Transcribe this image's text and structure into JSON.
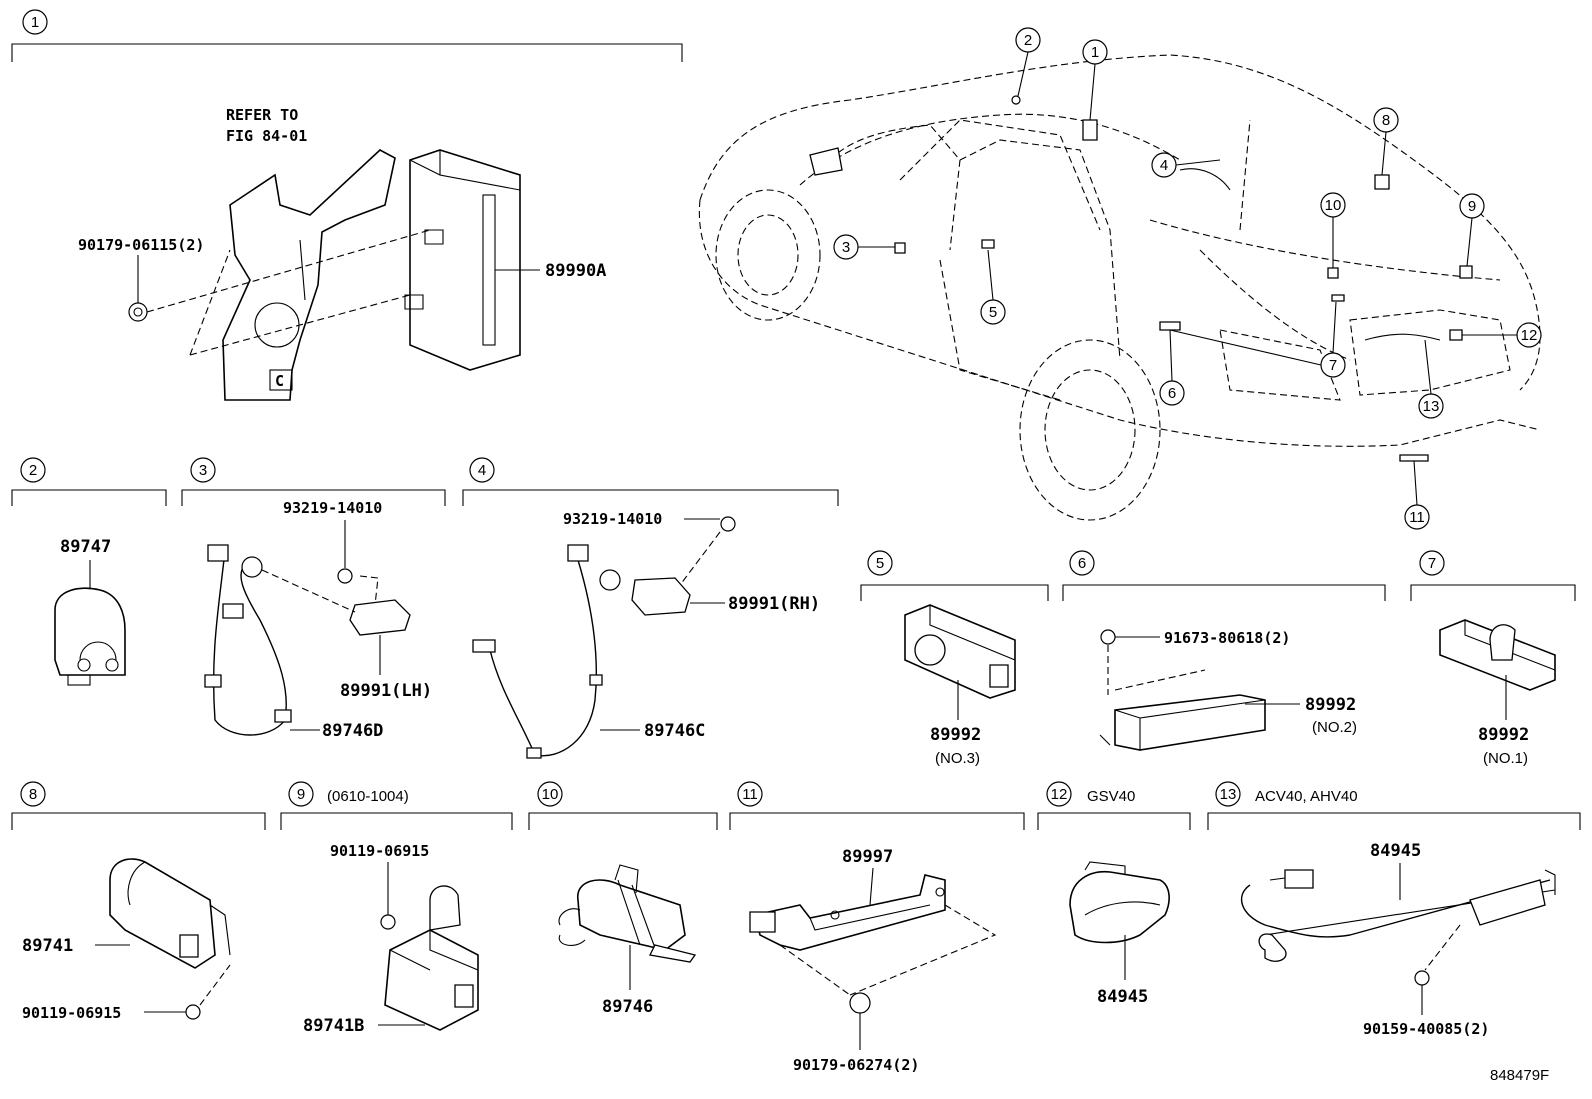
{
  "groups": {
    "g1": {
      "num": "1"
    },
    "g2": {
      "num": "2"
    },
    "g3": {
      "num": "3"
    },
    "g4": {
      "num": "4"
    },
    "g5": {
      "num": "5"
    },
    "g6": {
      "num": "6"
    },
    "g7": {
      "num": "7"
    },
    "g8": {
      "num": "8"
    },
    "g9": {
      "num": "9",
      "note": "(0610-1004)"
    },
    "g10": {
      "num": "10"
    },
    "g11": {
      "num": "11"
    },
    "g12": {
      "num": "12",
      "note": "GSV40"
    },
    "g13": {
      "num": "13",
      "note": "ACV40, AHV40"
    }
  },
  "g1": {
    "refer1": "REFER TO",
    "refer2": "FIG 84-01",
    "bolt": "90179-06115(2)",
    "module": "89990A"
  },
  "g2": {
    "part": "89747"
  },
  "g3": {
    "bolt": "93219-14010",
    "lh": "89991(LH)",
    "harness": "89746D"
  },
  "g4": {
    "bolt": "93219-14010",
    "rh": "89991(RH)",
    "harness": "89746C"
  },
  "g5": {
    "part": "89992",
    "sub": "(NO.3)"
  },
  "g6": {
    "bolt": "91673-80618(2)",
    "part": "89992",
    "sub": "(NO.2)"
  },
  "g7": {
    "part": "89992",
    "sub": "(NO.1)"
  },
  "g8": {
    "part": "89741",
    "bolt": "90119-06915"
  },
  "g9": {
    "bolt": "90119-06915",
    "part": "89741B"
  },
  "g10": {
    "part": "89746"
  },
  "g11": {
    "part": "89997",
    "clip": "90179-06274(2)"
  },
  "g12": {
    "part": "84945"
  },
  "g13": {
    "part": "84945",
    "bolt": "90159-40085(2)"
  },
  "car_callouts": [
    "1",
    "2",
    "3",
    "4",
    "5",
    "6",
    "7",
    "8",
    "9",
    "10",
    "11",
    "12",
    "13"
  ],
  "figure_id": "848479F"
}
